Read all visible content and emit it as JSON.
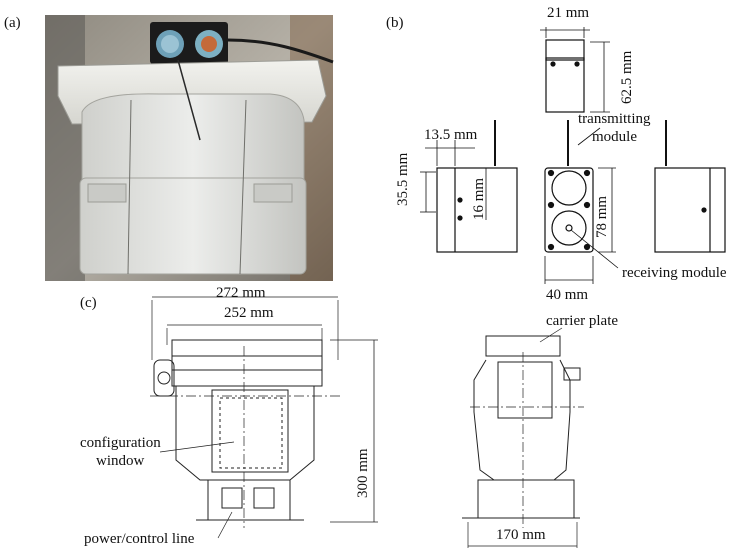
{
  "panels": {
    "a": "(a)",
    "b": "(b)",
    "c": "(c)"
  },
  "panel_b": {
    "dim_top_width": "21 mm",
    "dim_top_height": "62.5 mm",
    "dim_left_offset": "13.5 mm",
    "dim_left_height": "35.5 mm",
    "dim_inner_height": "16 mm",
    "dim_front_height": "78 mm",
    "dim_front_width": "40  mm",
    "label_transmitting": "transmitting",
    "label_module": "module",
    "label_receiving": "receiving module"
  },
  "panel_c": {
    "dim_outer_width": "272 mm",
    "dim_inner_width": "252 mm",
    "dim_height": "300 mm",
    "dim_base_width": "170 mm",
    "label_config_1": "configuration",
    "label_config_2": "window",
    "label_power": "power/control line",
    "label_carrier": "carrier plate"
  }
}
